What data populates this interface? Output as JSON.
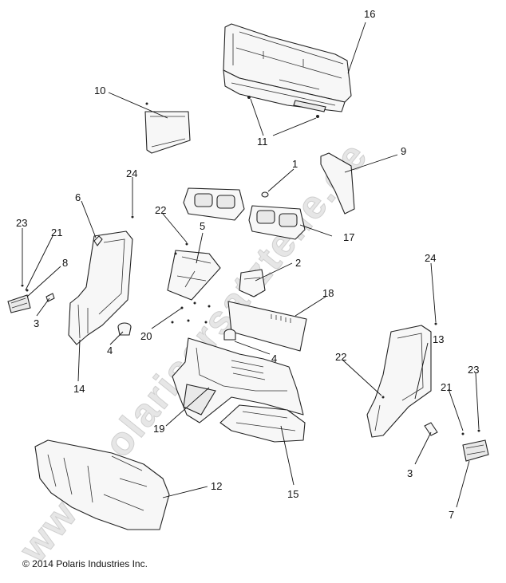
{
  "watermark": "www.polarisersatzteile.de",
  "copyright": "© 2014 Polaris Industries Inc.",
  "callouts": [
    "16",
    "10",
    "11",
    "9",
    "1",
    "24",
    "6",
    "22",
    "5",
    "23",
    "21",
    "8",
    "2",
    "17",
    "18",
    "24",
    "3",
    "14",
    "4",
    "20",
    "4",
    "22",
    "13",
    "23",
    "21",
    "19",
    "3",
    "12",
    "15",
    "7"
  ]
}
